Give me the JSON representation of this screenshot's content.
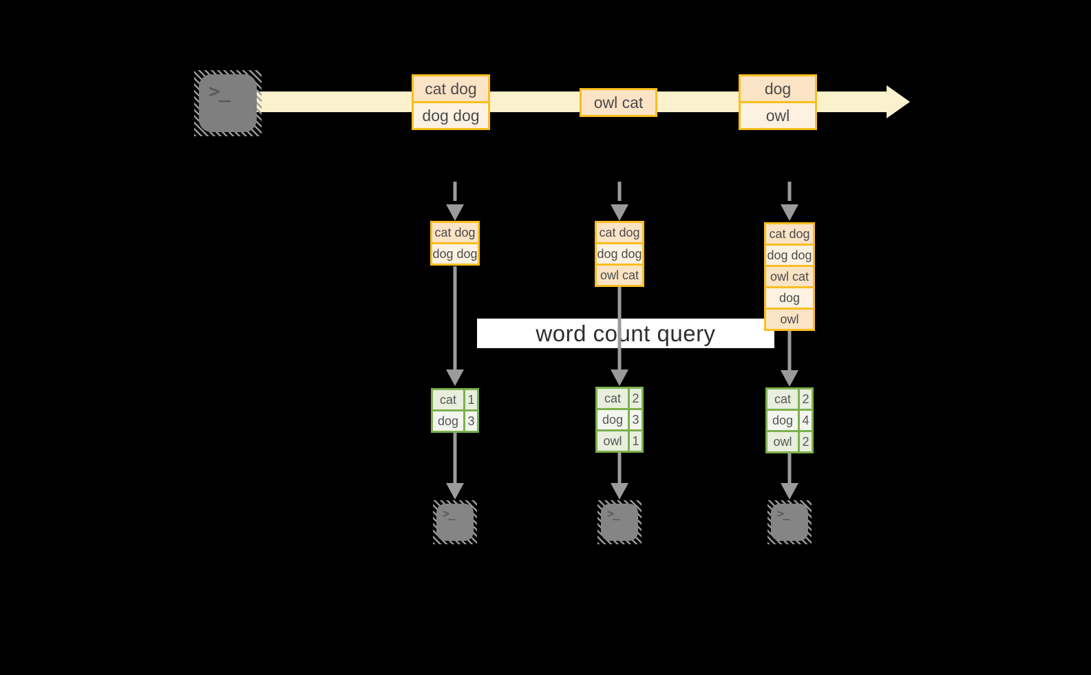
{
  "banner": {
    "label": "word count query"
  },
  "terminal": {
    "glyph": ">_"
  },
  "stream": {
    "records": [
      {
        "lines": [
          "cat dog",
          "dog dog"
        ]
      },
      {
        "lines": [
          "owl cat"
        ]
      },
      {
        "lines": [
          "dog",
          "owl"
        ]
      }
    ]
  },
  "columns": [
    {
      "buffer": [
        "cat dog",
        "dog dog"
      ],
      "counts": [
        {
          "word": "cat",
          "count": "1"
        },
        {
          "word": "dog",
          "count": "3"
        }
      ]
    },
    {
      "buffer": [
        "cat dog",
        "dog dog",
        "owl cat"
      ],
      "counts": [
        {
          "word": "cat",
          "count": "2"
        },
        {
          "word": "dog",
          "count": "3"
        },
        {
          "word": "owl",
          "count": "1"
        }
      ]
    },
    {
      "buffer": [
        "cat dog",
        "dog dog",
        "owl cat",
        "dog",
        "owl"
      ],
      "counts": [
        {
          "word": "cat",
          "count": "2"
        },
        {
          "word": "dog",
          "count": "4"
        },
        {
          "word": "owl",
          "count": "2"
        }
      ]
    }
  ],
  "colors": {
    "stream_band": "#fbf1cd",
    "record_border": "#f9be1f",
    "record_fill_dark": "#fbe3c5",
    "record_fill_light": "#fdf2e2",
    "table_border": "#7cb14e",
    "table_fill_dark": "#e8efdd",
    "table_fill_light": "#f3f6ee",
    "arrow_gray": "#9b9b9b",
    "terminal_gray": "#7f7f7f",
    "banner_bg": "#ffffff",
    "background": "#000000"
  }
}
